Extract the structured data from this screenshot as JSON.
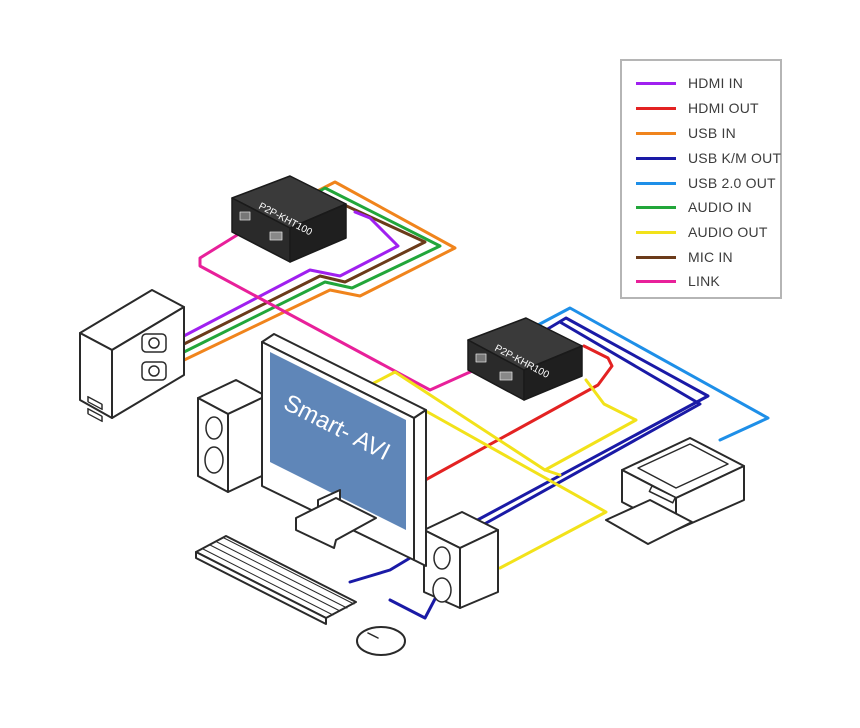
{
  "devices": {
    "transmitter_label": "P2P-KHT100",
    "receiver_label": "P2P-KHR100"
  },
  "monitor": {
    "brand_text": "Smart-",
    "brand_logo": "AVI"
  },
  "legend": {
    "items": [
      {
        "label": "HDMI IN",
        "color": "#a020f0"
      },
      {
        "label": "HDMI OUT",
        "color": "#e32222"
      },
      {
        "label": "USB IN",
        "color": "#f0841c"
      },
      {
        "label": "USB K/M OUT",
        "color": "#1a1aa6"
      },
      {
        "label": "USB 2.0 OUT",
        "color": "#1e8fe8"
      },
      {
        "label": "AUDIO IN",
        "color": "#22a63a"
      },
      {
        "label": "AUDIO OUT",
        "color": "#f2e21a"
      },
      {
        "label": "MIC IN",
        "color": "#6b3b1a"
      },
      {
        "label": "LINK",
        "color": "#e8209a"
      }
    ]
  }
}
